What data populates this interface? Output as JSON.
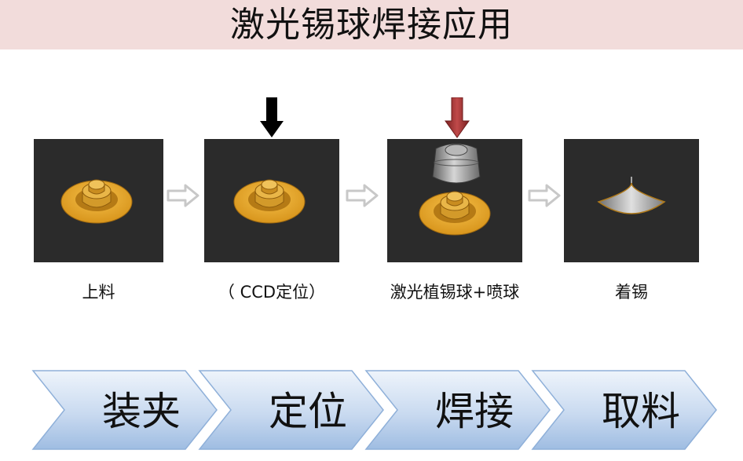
{
  "title": "激光锡球焊接应用",
  "steps": [
    {
      "label": "上料"
    },
    {
      "label": "（ CCD定位）"
    },
    {
      "label": "激光植锡球+喷球"
    },
    {
      "label": "着锡"
    }
  ],
  "process": [
    {
      "label": "装夹"
    },
    {
      "label": "定位"
    },
    {
      "label": "焊接"
    },
    {
      "label": "取料"
    }
  ],
  "colors": {
    "title_bar": "#f2dcdb",
    "panel_bg": "#2b2b2b",
    "pad_gold": "#e8a62a",
    "ccd_arrow": "#000000",
    "laser_arrow": "#9b2f2f",
    "flow_arrow_outline": "#c8c8c8",
    "chevron_fill": "#c9daf0"
  }
}
